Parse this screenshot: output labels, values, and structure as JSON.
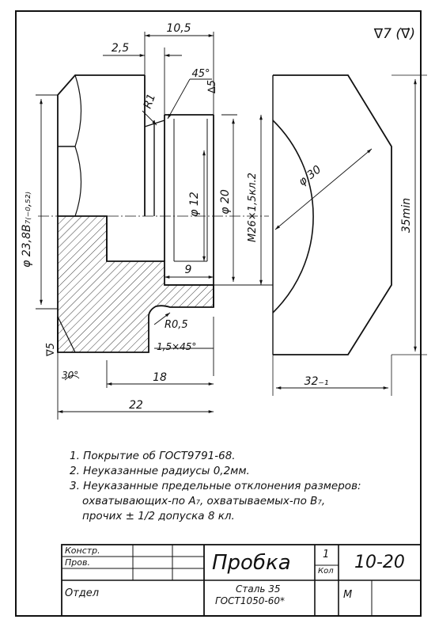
{
  "roughness": {
    "main": "∇7 (∇̇)"
  },
  "dimensions": {
    "d10_5": "10,5",
    "d2_5": "2,5",
    "angle45": "45°",
    "tri5_top": "∆5",
    "r1": "R1",
    "d23": "φ 23,8B₇₍₋₀,₅₂₎",
    "d12": "φ 12",
    "d20": "φ 20",
    "thread": "M26×1,5кл.2",
    "d30": "φ 30",
    "h35": "35min",
    "d9": "9",
    "r05": "R0,5",
    "chamfer": "1,5×45°",
    "tri5_left": "∇5",
    "a30": "30°",
    "d18": "18",
    "d22": "22",
    "d32": "32₋₁"
  },
  "notes": [
    "1. Покрытие об ГОСТ9791-68.",
    "2. Неуказанные радиусы 0,2мм.",
    "3. Неуказанные предельные отклонения размеров:",
    "охватывающих-по А₇, охватываемых-по В₇,",
    "прочих ± 1/2 допуска 8 кл."
  ],
  "title_block": {
    "konstr": "Констр.",
    "prov": "Пров.",
    "otdel": "Отдел",
    "name": "Пробка",
    "qty": "1",
    "qty_label": "Кол",
    "number": "10-20",
    "material_1": "Сталь 35",
    "material_2": "ГОСТ1050-60*",
    "scale": "М"
  }
}
